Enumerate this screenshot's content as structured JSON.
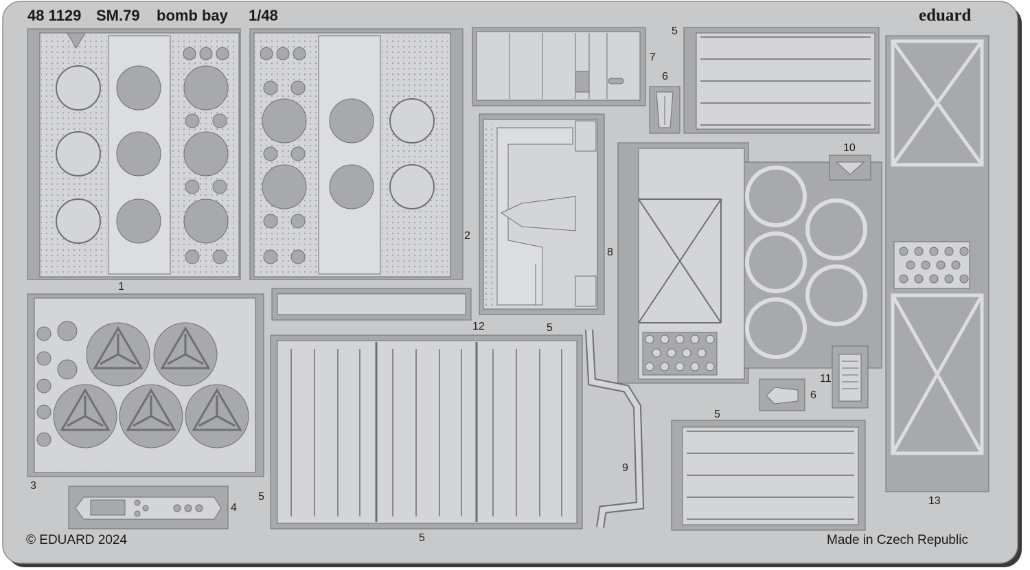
{
  "header": {
    "code": "48 1129",
    "aircraft": "SM.79",
    "subject": "bomb bay",
    "scale": "1/48",
    "brand": "eduard"
  },
  "footer": {
    "copyright": "© EDUARD 2024",
    "origin": "Made in Czech Republic"
  },
  "part_numbers": {
    "p1": "1",
    "p2": "2",
    "p3": "3",
    "p4": "4",
    "p5a": "5",
    "p5b": "5",
    "p5c": "5",
    "p5d": "5",
    "p5e": "5",
    "p6a": "6",
    "p6b": "6",
    "p7": "7",
    "p8": "8",
    "p9": "9",
    "p10": "10",
    "p11": "11",
    "p12": "12",
    "p13": "13"
  },
  "colors": {
    "fret": "#c8c9cb",
    "part": "#d4d5d7",
    "recess": "#a8a9ab",
    "line": "#6e6f72",
    "shadow": "#3a3b3d"
  }
}
